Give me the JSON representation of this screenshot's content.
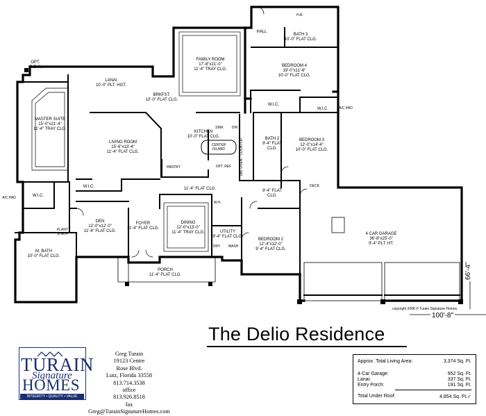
{
  "rooms": {
    "lanai": [
      "LANAI",
      "10'-0\" PLT. HGT."
    ],
    "opt_odk": [
      "OPT.",
      "O.D.K."
    ],
    "family_room": [
      "FAMILY ROOM",
      "17'-8\"x21'-0\"",
      "11'-4\" TRAY CLG."
    ],
    "hall": [
      "HALL"
    ],
    "bath3": [
      "BATH 3",
      "10'-0\" FLAT CLG."
    ],
    "bedroom4": [
      "BEDROOM 4",
      "19'-0\"x11'-6\"",
      "10'-0\" FLAT CLG."
    ],
    "brkfst": [
      "BRKFST.",
      "10'-0\" FLAT CLG."
    ],
    "master_suite": [
      "MASTER SUITE",
      "15'-0\"x21'-4\"",
      "11'-4\" TRAY CLG."
    ],
    "wic_bed4": [
      "W.I.C."
    ],
    "wic_bed3": [
      "W.I.C."
    ],
    "living_room": [
      "LIVING ROOM",
      "15'-6\"x13'-4\"",
      "11'-4\" FLAT CLG."
    ],
    "kitchen": [
      "KITCHEN",
      "10'-0\" FLAT CLG."
    ],
    "center_island": [
      "CENTER",
      "ISLAND"
    ],
    "pantry": [
      "PANTRY"
    ],
    "opt_ref": [
      "OPT. REF"
    ],
    "bath2": [
      "BATH 2",
      "9'-4\" FLAT",
      "CLG."
    ],
    "bedroom3": [
      "BEDROOM 3",
      "12'-0\"x14'-4\"",
      "10'-0\" FLAT CLG."
    ],
    "gallery": [
      "11'-4\" FLAT CLG."
    ],
    "wic_master": [
      "W.I.C."
    ],
    "wic_small": [
      "W.I.C."
    ],
    "den": [
      "DEN",
      "12'-0\"x12'-0\"",
      "11'-4\" FLAT CLG."
    ],
    "foyer": [
      "FOYER",
      "11'-4\" FLAT CLG."
    ],
    "dining": [
      "DINING",
      "12'-0\"x13'-0\"",
      "11'-4\" TRAY CLG."
    ],
    "hall_94": [
      "9'-4\" FLAT",
      "CLG."
    ],
    "utility": [
      "UTILITY",
      "9'-4\" FLAT CLG."
    ],
    "bedroom2": [
      "BEDROOM 2",
      "12'-4\"x12'-0\"",
      "9'-4\" FLAT CLG."
    ],
    "garage": [
      "4 CAR GARAGE",
      "36'-8\"x25'-0\"",
      "9'-4\" PLT. HT."
    ],
    "m_bath": [
      "M. BATH",
      "10'-0\" FLAT CLG."
    ],
    "plant_shelf": [
      "PLANT",
      "SHELF"
    ],
    "porch": [
      "PORCH",
      "11'-4\" FLAT CLG."
    ],
    "deck": [
      "DECK"
    ],
    "ac_pad_left": [
      "A/C PAD"
    ],
    "ac_pad_right": [
      "A/C PAD"
    ],
    "hb": [
      "H.B."
    ]
  },
  "fixtures": {
    "sink": "SINK",
    "dw": "DW",
    "cooktop": "COOKTOP",
    "dbl_oven": "DBL OVEN",
    "wh": "W.H.",
    "dry": "DRY",
    "wash": "WASH"
  },
  "dimensions": {
    "width": "100'-8\"",
    "depth": "66'-4\""
  },
  "title": "The Delio Residence",
  "copyright": "copyright 2008 © Turain Signature Homes",
  "logo": {
    "brand1": "TURAIN",
    "brand2": "Signature",
    "brand3": "HOMES",
    "tagline": "INTEGRITY • QUALITY • VALUE",
    "primary_color": "#1b2f6e"
  },
  "contact": {
    "name": "Greg Turain",
    "street": "19123 Centre",
    "road": "Rose Blvd.",
    "city": "Lutz, Florida 33558",
    "phone": "813.714.3538",
    "phone_label": "office",
    "office_phone": "813.926.8518",
    "fax_label": "fax",
    "email": "Greg@TurainSignatureHomes.com"
  },
  "square_footage": [
    {
      "label": "Approx. Total Living Area:",
      "value": "3,374 Sq. Ft."
    },
    {
      "label": "4-Car Garage:",
      "value": "952 Sq. Ft."
    },
    {
      "label": "Lanai:",
      "value": "337 Sq. Ft."
    },
    {
      "label": "Entry Porch:",
      "value": "191 Sq. Ft."
    },
    {
      "label": "Total Under Roof:",
      "value": "4,854 Sq. Ft.✓"
    }
  ]
}
